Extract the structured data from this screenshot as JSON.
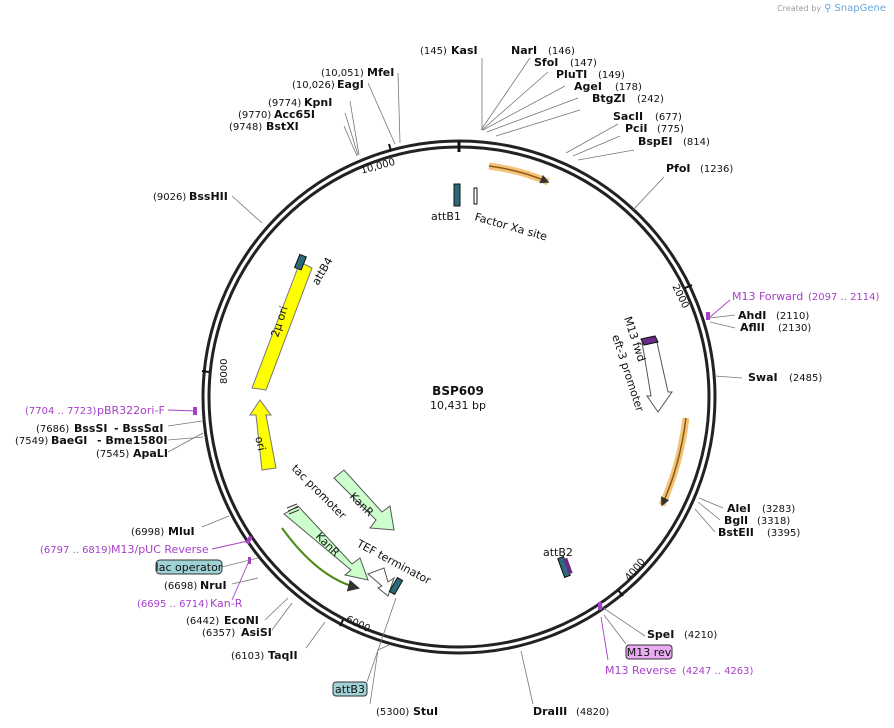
{
  "brand": {
    "created_by": "Created by",
    "app": "SnapGene"
  },
  "plasmid": {
    "name": "BSP609",
    "size": "10,431 bp"
  },
  "ticks": [
    "2000",
    "4000",
    "6000",
    "8000",
    "10,000"
  ],
  "sites": [
    {
      "id": "kasi",
      "name": "KasI",
      "pos": "(145)"
    },
    {
      "id": "nari",
      "name": "NarI",
      "pos": "(146)"
    },
    {
      "id": "sfoi",
      "name": "SfoI",
      "pos": "(147)"
    },
    {
      "id": "pluti",
      "name": "PluTI",
      "pos": "(149)"
    },
    {
      "id": "agei",
      "name": "AgeI",
      "pos": "(178)"
    },
    {
      "id": "btgzi",
      "name": "BtgZI",
      "pos": "(242)"
    },
    {
      "id": "sacii",
      "name": "SacII",
      "pos": "(677)"
    },
    {
      "id": "pcii",
      "name": "PciI",
      "pos": "(775)"
    },
    {
      "id": "bspei",
      "name": "BspEI",
      "pos": "(814)"
    },
    {
      "id": "pfoi",
      "name": "PfoI",
      "pos": "(1236)"
    },
    {
      "id": "ahdi",
      "name": "AhdI",
      "pos": "(2110)"
    },
    {
      "id": "aflii",
      "name": "AflII",
      "pos": "(2130)"
    },
    {
      "id": "swai",
      "name": "SwaI",
      "pos": "(2485)"
    },
    {
      "id": "alei",
      "name": "AleI",
      "pos": "(3283)"
    },
    {
      "id": "bgli",
      "name": "BglI",
      "pos": "(3318)"
    },
    {
      "id": "bsteii",
      "name": "BstEII",
      "pos": "(3395)"
    },
    {
      "id": "spei",
      "name": "SpeI",
      "pos": "(4210)"
    },
    {
      "id": "draiii",
      "name": "DraIII",
      "pos": "(4820)"
    },
    {
      "id": "stui",
      "name": "StuI",
      "pos": "(5300)"
    },
    {
      "id": "taqii",
      "name": "TaqII",
      "pos": "(6103)"
    },
    {
      "id": "asisi",
      "name": "AsiSI",
      "pos": "(6357)"
    },
    {
      "id": "econi",
      "name": "EcoNI",
      "pos": "(6442)"
    },
    {
      "id": "nrui",
      "name": "NruI",
      "pos": "(6698)"
    },
    {
      "id": "mlui",
      "name": "MluI",
      "pos": "(6998)"
    },
    {
      "id": "apali",
      "name": "ApaLI",
      "pos": "(7545)"
    },
    {
      "id": "baegi",
      "name": "BaeGI",
      "pos": "(7549)",
      "extra": "- Bme1580I"
    },
    {
      "id": "bsssi",
      "name": "BssSI",
      "pos": "(7686)",
      "extra": "- BssSαI"
    },
    {
      "id": "bsshii",
      "name": "BssHII",
      "pos": "(9026)"
    },
    {
      "id": "bstxi",
      "name": "BstXI",
      "pos": "(9748)"
    },
    {
      "id": "acc65i",
      "name": "Acc65I",
      "pos": "(9770)"
    },
    {
      "id": "kpni",
      "name": "KpnI",
      "pos": "(9774)"
    },
    {
      "id": "eagi",
      "name": "EagI",
      "pos": "(10,026)"
    },
    {
      "id": "mfei",
      "name": "MfeI",
      "pos": "(10,051)"
    }
  ],
  "primers": [
    {
      "id": "m13fwd",
      "name": "M13 Forward",
      "pos": "(2097 .. 2114)"
    },
    {
      "id": "m13rev",
      "name": "M13 Reverse",
      "pos": "(4247 .. 4263)"
    },
    {
      "id": "m13puc",
      "name": "M13/pUC Reverse",
      "pos": "(6797 .. 6819)"
    },
    {
      "id": "kanr",
      "name": "Kan-R",
      "pos": "(6695 .. 6714)"
    },
    {
      "id": "pbr",
      "name": "pBR322ori-F",
      "pos": "(7704 .. 7723)"
    }
  ],
  "features": {
    "attb1": "attB1",
    "factor_xa": "Factor Xa site",
    "attb4": "attB4",
    "two_mu_ori": "2μ ori",
    "ori": "ori",
    "m13_fwd": "M13 fwd",
    "eft3": "eft-3 promoter",
    "attb2": "attB2",
    "tac": "tac promoter",
    "kanr_top": "KanR",
    "kanr_inner": "KanR",
    "tef": "TEF terminator"
  },
  "boxes": {
    "lac_operator": "lac operator",
    "m13_rev": "M13 rev",
    "attb3": "attB3"
  },
  "colors": {
    "backbone": "#222222",
    "primer": "#a640c8",
    "yellow": "#ffff00",
    "orange": "#f0b060",
    "green": "#ccffcc",
    "attb": "#2b6a78"
  }
}
